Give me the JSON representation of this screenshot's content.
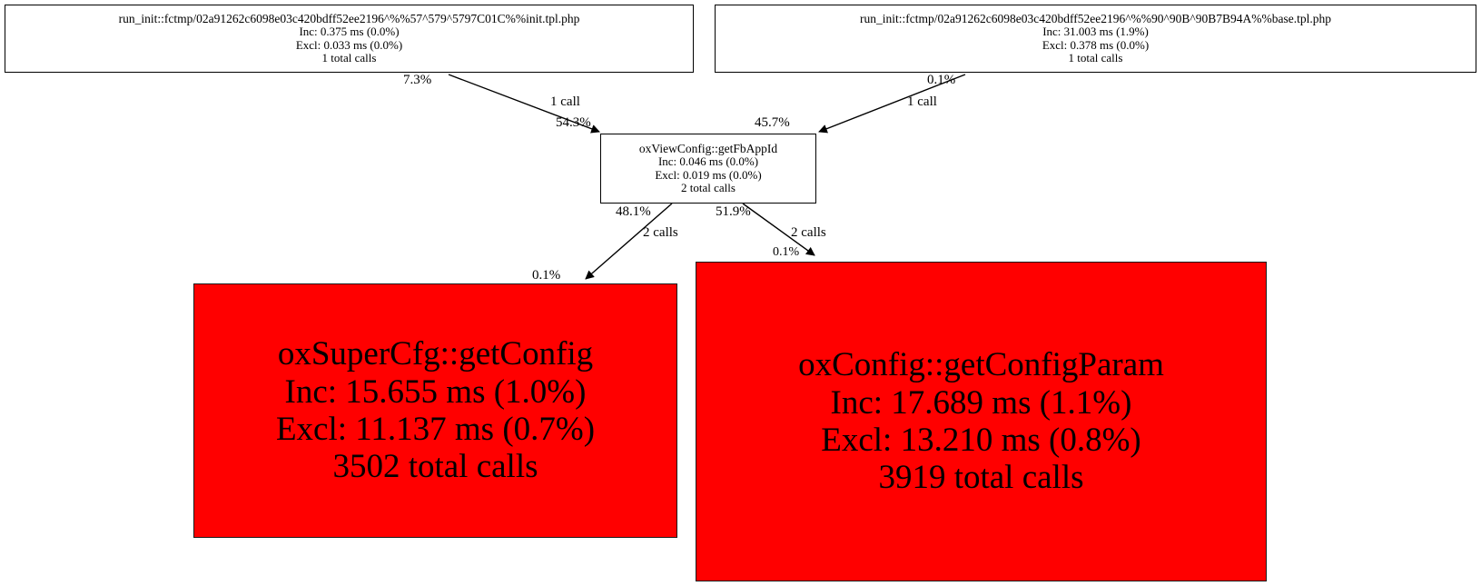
{
  "graph": {
    "kind": "callgraph",
    "background": "#ffffff",
    "hot_color": "#ff0000",
    "nodes": [
      {
        "id": "init_tpl",
        "title": "run_init::fctmp/02a91262c6098e03c420bdff52ee2196^%%57^579^5797C01C%%init.tpl.php",
        "inc": "Inc: 0.375 ms (0.0%)",
        "excl": "Excl: 0.033 ms (0.0%)",
        "calls": "1 total calls"
      },
      {
        "id": "base_tpl",
        "title": "run_init::fctmp/02a91262c6098e03c420bdff52ee2196^%%90^90B^90B7B94A%%base.tpl.php",
        "inc": "Inc: 31.003 ms (1.9%)",
        "excl": "Excl: 0.378 ms (0.0%)",
        "calls": "1 total calls"
      },
      {
        "id": "getFbAppId",
        "title": "oxViewConfig::getFbAppId",
        "inc": "Inc: 0.046 ms (0.0%)",
        "excl": "Excl: 0.019 ms (0.0%)",
        "calls": "2 total calls"
      },
      {
        "id": "getConfig",
        "title": "oxSuperCfg::getConfig",
        "inc": "Inc: 15.655 ms (1.0%)",
        "excl": "Excl: 11.137 ms (0.7%)",
        "calls": "3502 total calls"
      },
      {
        "id": "getConfigParam",
        "title": "oxConfig::getConfigParam",
        "inc": "Inc: 17.689 ms (1.1%)",
        "excl": "Excl: 13.210 ms (0.8%)",
        "calls": "3919 total calls"
      }
    ],
    "edges": [
      {
        "from": "init_tpl",
        "to": "getFbAppId",
        "tail_pct": "7.3%",
        "calls": "1 call",
        "head_pct": "54.3%"
      },
      {
        "from": "base_tpl",
        "to": "getFbAppId",
        "tail_pct": "0.1%",
        "calls": "1 call",
        "head_pct": "45.7%"
      },
      {
        "from": "getFbAppId",
        "to": "getConfig",
        "tail_pct": "48.1%",
        "calls": "2 calls",
        "head_pct": "0.1%"
      },
      {
        "from": "getFbAppId",
        "to": "getConfigParam",
        "tail_pct": "51.9%",
        "calls": "2 calls",
        "head_pct": "0.1%"
      }
    ]
  }
}
